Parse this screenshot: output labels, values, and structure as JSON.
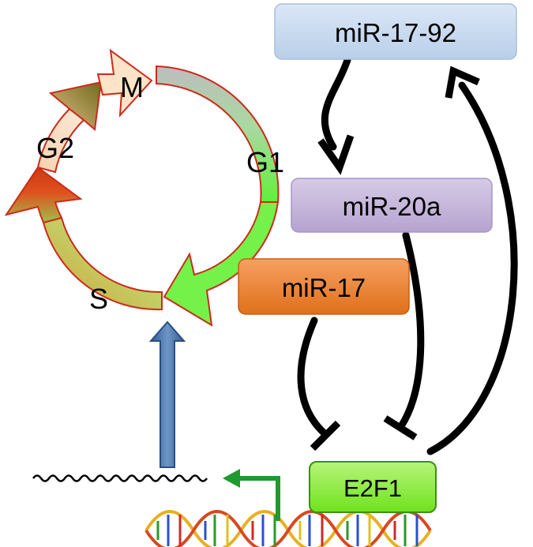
{
  "nodes": {
    "mir_17_92": "miR-17-92",
    "mir_20a": "miR-20a",
    "mir_17": "miR-17",
    "e2f1": "E2F1"
  },
  "phases": {
    "g1": "G1",
    "s": "S",
    "g2": "G2",
    "m": "M"
  },
  "colors": {
    "mir_17_92_box": "#c9daf0",
    "mir_20a_box": "#c8b8dc",
    "mir_17_box": "#f0802a",
    "e2f1_box": "#8ff040",
    "g1_arc": "#7ef04a",
    "s_arc": "#c8e67a",
    "g2_arc": "#d24b1e",
    "m_arrow": "#fde3c8",
    "upward_arrow": "#3f6fa6",
    "transcription_arrow": "#1e9a2e"
  }
}
